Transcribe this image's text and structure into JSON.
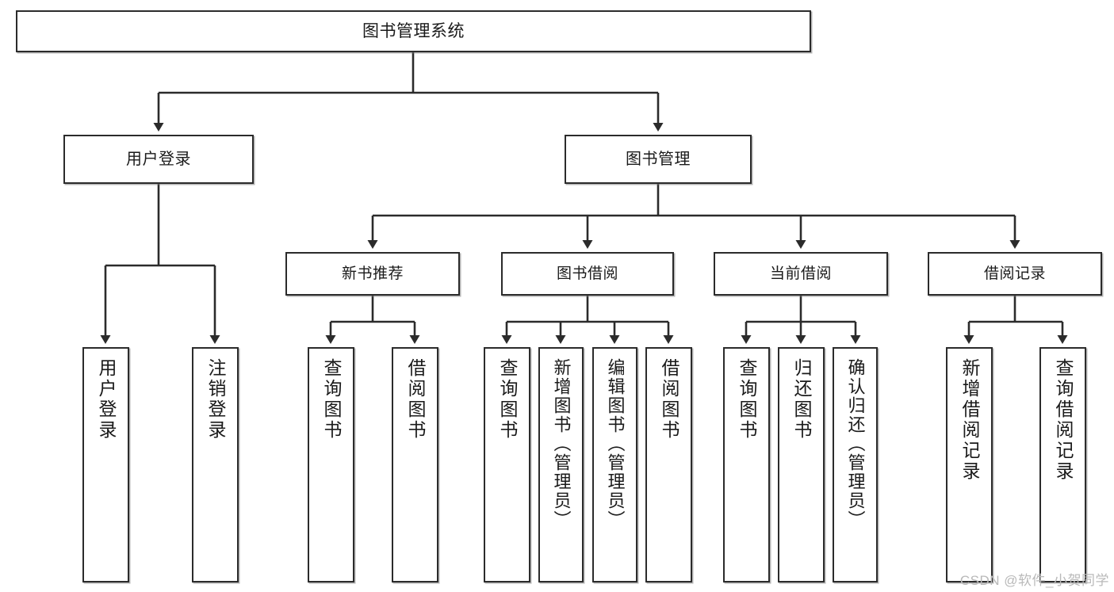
{
  "diagram": {
    "type": "tree",
    "title": "图书管理系统",
    "watermark": "CSDN @软件_小贺同学",
    "colors": {
      "node_border": "#2b2b2b",
      "node_fill": "#ffffff",
      "connector": "#2b2b2b",
      "watermark": "#b9b9b9"
    },
    "root": {
      "label": "图书管理系统"
    },
    "level2": [
      {
        "id": "user-login",
        "label": "用户登录"
      },
      {
        "id": "book-manage",
        "label": "图书管理"
      }
    ],
    "level3": [
      {
        "id": "new-book-recommend",
        "label": "新书推荐",
        "parent": "book-manage"
      },
      {
        "id": "book-borrow",
        "label": "图书借阅",
        "parent": "book-manage"
      },
      {
        "id": "current-borrow",
        "label": "当前借阅",
        "parent": "book-manage"
      },
      {
        "id": "borrow-record",
        "label": "借阅记录",
        "parent": "book-manage"
      }
    ],
    "leaves": [
      {
        "id": "leaf-user-login",
        "label": "用户登录",
        "parent": "user-login"
      },
      {
        "id": "leaf-user-logout",
        "label": "注销登录",
        "parent": "user-login"
      },
      {
        "id": "leaf-query-book-1",
        "label": "查询图书",
        "parent": "new-book-recommend"
      },
      {
        "id": "leaf-borrow-book-1",
        "label": "借阅图书",
        "parent": "new-book-recommend"
      },
      {
        "id": "leaf-query-book-2",
        "label": "查询图书",
        "parent": "book-borrow"
      },
      {
        "id": "leaf-add-book",
        "label": "新增图书（管理员）",
        "parent": "book-borrow"
      },
      {
        "id": "leaf-edit-book",
        "label": "编辑图书（管理员）",
        "parent": "book-borrow"
      },
      {
        "id": "leaf-borrow-book-2",
        "label": "借阅图书",
        "parent": "book-borrow"
      },
      {
        "id": "leaf-query-book-3",
        "label": "查询图书",
        "parent": "current-borrow"
      },
      {
        "id": "leaf-return-book",
        "label": "归还图书",
        "parent": "current-borrow"
      },
      {
        "id": "leaf-confirm-return",
        "label": "确认归还（管理员）",
        "parent": "current-borrow"
      },
      {
        "id": "leaf-add-record",
        "label": "新增借阅记录",
        "parent": "borrow-record"
      },
      {
        "id": "leaf-query-record",
        "label": "查询借阅记录",
        "parent": "borrow-record"
      }
    ]
  }
}
